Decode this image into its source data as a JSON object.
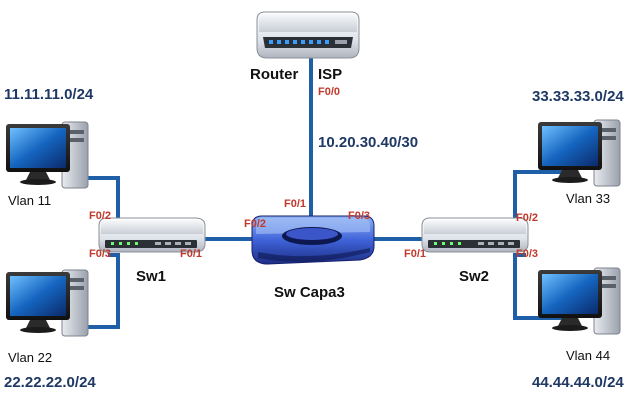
{
  "colors": {
    "link": "#1f5fa8",
    "network_text": "#1f3864",
    "port_text": "#c0392b",
    "device_text": "#111111"
  },
  "devices": {
    "router": {
      "name": "Router",
      "name2": "ISP",
      "icon": "router-icon"
    },
    "core": {
      "name": "Sw Capa3",
      "icon": "layer3-switch-icon"
    },
    "sw1": {
      "name": "Sw1",
      "icon": "switch-icon"
    },
    "sw2": {
      "name": "Sw2",
      "icon": "switch-icon"
    },
    "pc11": {
      "name": "Vlan 11",
      "icon": "computer-icon"
    },
    "pc22": {
      "name": "Vlan 22",
      "icon": "computer-icon"
    },
    "pc33": {
      "name": "Vlan 33",
      "icon": "computer-icon"
    },
    "pc44": {
      "name": "Vlan 44",
      "icon": "computer-icon"
    }
  },
  "networks": {
    "wan": "10.20.30.40/30",
    "vlan11": "11.11.11.0/24",
    "vlan22": "22.22.22.0/24",
    "vlan33": "33.33.33.0/24",
    "vlan44": "44.44.44.0/24"
  },
  "ports": {
    "router_f00": "F0/0",
    "core_f01": "F0/1",
    "core_f02": "F0/2",
    "core_f03": "F0/3",
    "sw1_f01": "F0/1",
    "sw1_f02": "F0/2",
    "sw1_f03": "F0/3",
    "sw2_f01": "F0/1",
    "sw2_f02": "F0/2",
    "sw2_f03": "F0/3"
  }
}
